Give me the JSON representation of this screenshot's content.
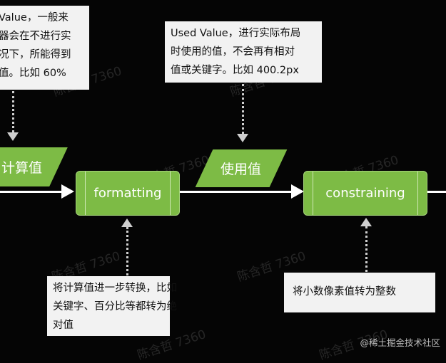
{
  "notes": {
    "computed": [
      "Value，一般来",
      "器会在不进行实",
      "况下，所能得到",
      "值。比如 60%"
    ],
    "used": [
      "Used Value，进行实际布局",
      "时使用的值，不会再有相对",
      "值或关键字。比如 400.2px"
    ],
    "formatting": [
      "将计算值进一步转换，比如",
      "关键字、百分比等都转为绝",
      "对值"
    ],
    "constraining": [
      "将小数像素值转为整数"
    ]
  },
  "nodes": {
    "computed_value": "计算值",
    "formatting": "formatting",
    "used_value": "使用值",
    "constraining": "constraining"
  },
  "watermark": "陈含哲 7360",
  "site": "@稀土掘金技术社区",
  "colors": {
    "node_fill": "#7dbb45",
    "background": "#050505",
    "note_bg": "#f2f2f2"
  }
}
